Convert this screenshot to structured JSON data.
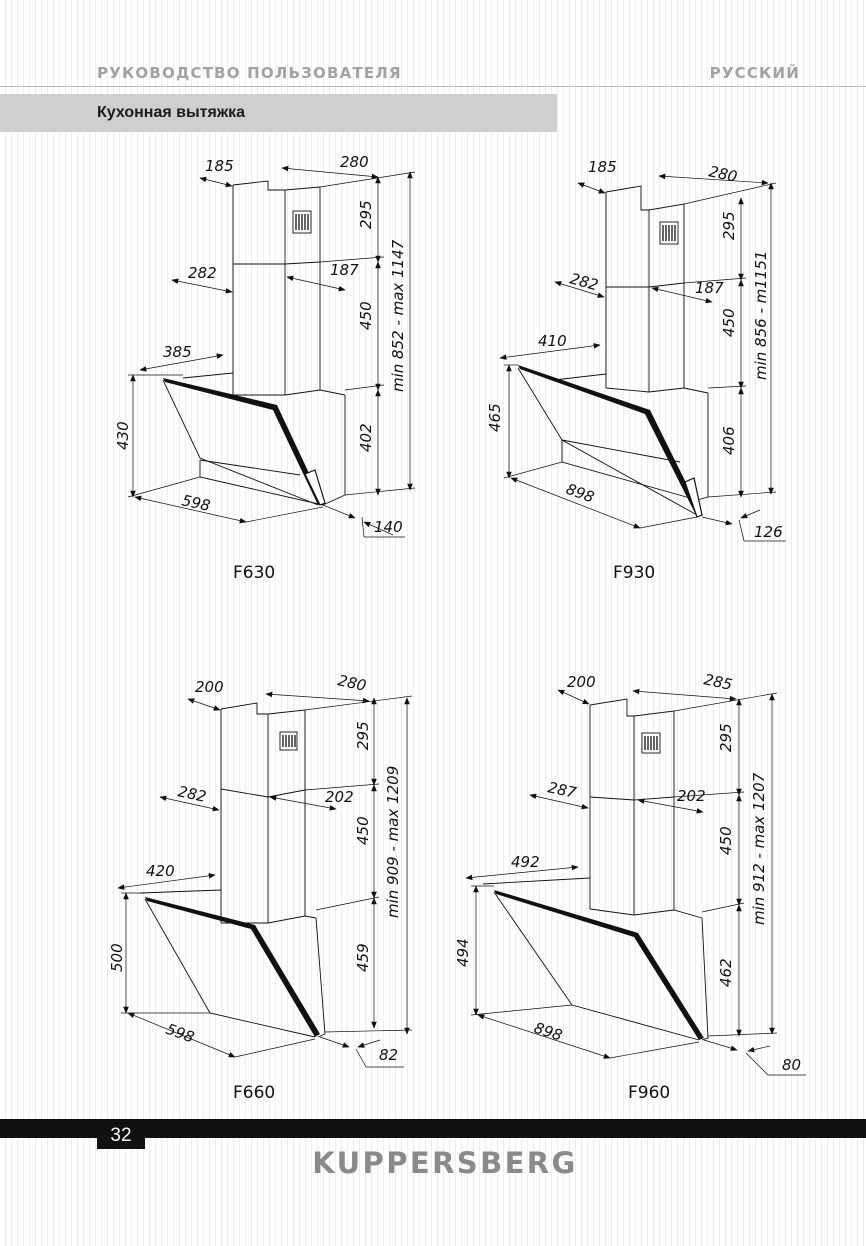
{
  "header": {
    "manual_title": "РУКОВОДСТВО ПОЛЬЗОВАТЕЛЯ",
    "language": "РУССКИЙ"
  },
  "section": {
    "title": "Кухонная вытяжка"
  },
  "figures": [
    {
      "model": "F630",
      "dims": {
        "top_depth": "185",
        "top_width": "280",
        "chimney_upper": "295",
        "chimney_lower": "450",
        "chimney_range": "min 852 - max 1147",
        "side_a": "282",
        "side_b": "187",
        "hood_depth": "385",
        "hood_height": "430",
        "body_height": "402",
        "hood_width": "598",
        "offset": "140"
      }
    },
    {
      "model": "F930",
      "dims": {
        "top_depth": "185",
        "top_width": "280",
        "chimney_upper": "295",
        "chimney_lower": "450",
        "chimney_range": "min 856 - m1151",
        "side_a": "282",
        "side_b": "187",
        "hood_depth": "410",
        "hood_height": "465",
        "body_height": "406",
        "hood_width": "898",
        "offset": "126"
      }
    },
    {
      "model": "F660",
      "dims": {
        "top_depth": "200",
        "top_width": "280",
        "chimney_upper": "295",
        "chimney_lower": "450",
        "chimney_range": "min 909 - max 1209",
        "side_a": "282",
        "side_b": "202",
        "hood_depth": "420",
        "hood_height": "500",
        "body_height": "459",
        "hood_width": "598",
        "offset": "82"
      }
    },
    {
      "model": "F960",
      "dims": {
        "top_depth": "200",
        "top_width": "285",
        "chimney_upper": "295",
        "chimney_lower": "450",
        "chimney_range": "min 912 - max 1207",
        "side_a": "287",
        "side_b": "202",
        "hood_depth": "492",
        "hood_height": "494",
        "body_height": "462",
        "hood_width": "898",
        "offset": "80"
      }
    }
  ],
  "footer": {
    "page_number": "32",
    "brand": "KUPPERSBERG"
  }
}
